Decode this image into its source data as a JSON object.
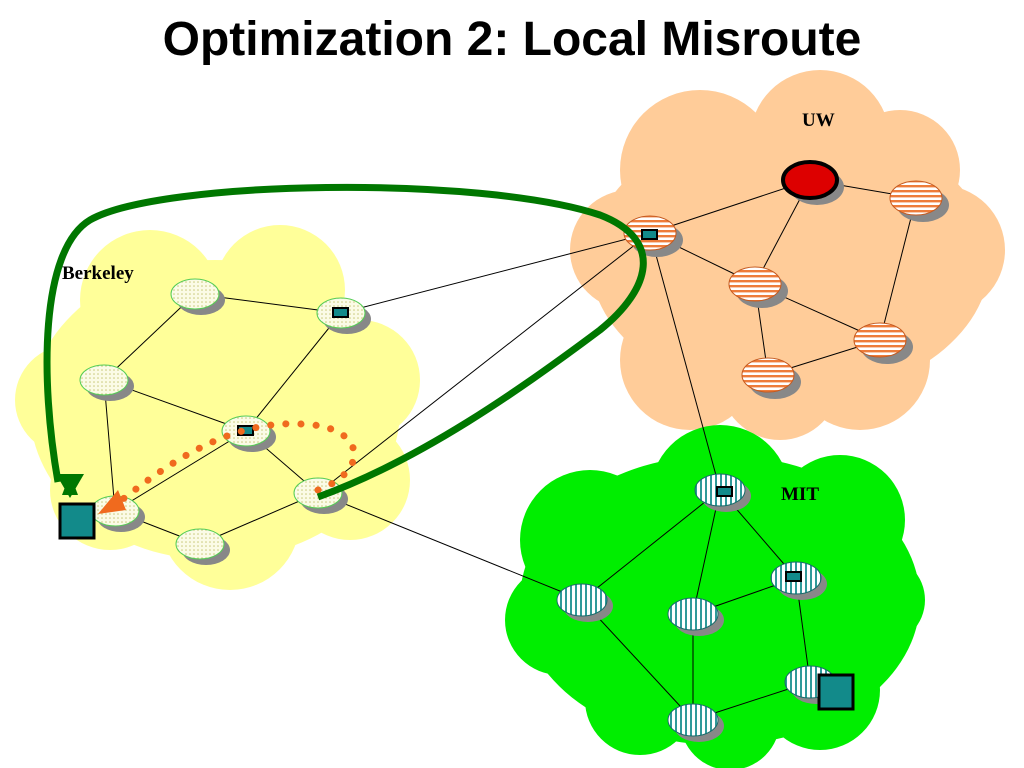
{
  "title": "Optimization 2: Local Misroute",
  "regions": {
    "berkeley": {
      "label": "Berkeley",
      "fill": "#ffff99"
    },
    "uw": {
      "label": "UW",
      "fill": "#ffcc99"
    },
    "mit": {
      "label": "MIT",
      "fill": "#00ee00"
    }
  },
  "colors": {
    "route_path": "#007700",
    "misroute_path": "#f06a1e",
    "endpoint": "#128a8a",
    "congested_router": "#dd0000"
  }
}
